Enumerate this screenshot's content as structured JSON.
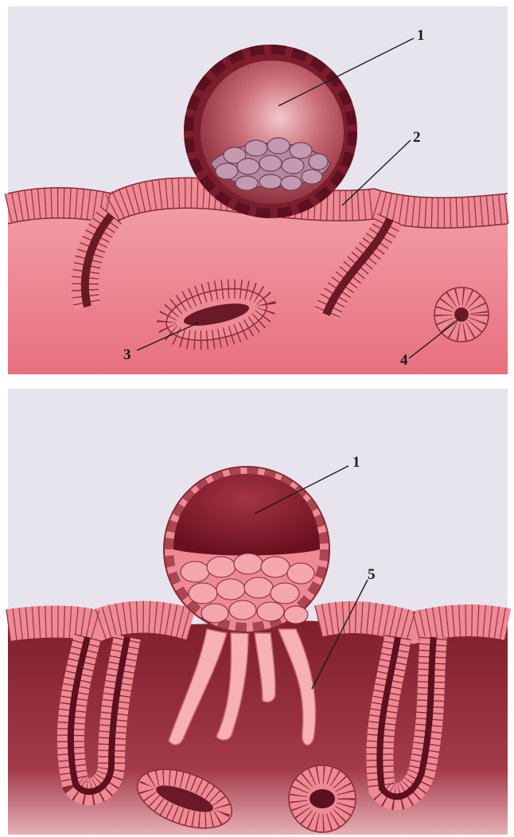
{
  "figure": {
    "top_panel": {
      "labels": [
        "1",
        "2",
        "3",
        "4"
      ]
    },
    "bottom_panel": {
      "labels": [
        "1",
        "5"
      ]
    }
  },
  "colors": {
    "background_panel": "#e7e4ed",
    "tissue_light": "#f2a2a8",
    "tissue_dark": "#7e1e2c",
    "epithelium_cell": "#ef8e98",
    "cell_outline": "#8a2a35",
    "blastocyst_wall": "#6c1826",
    "inner_cell_mass": "#b58aa0",
    "trophoblast_process": "#f7b0b4"
  }
}
